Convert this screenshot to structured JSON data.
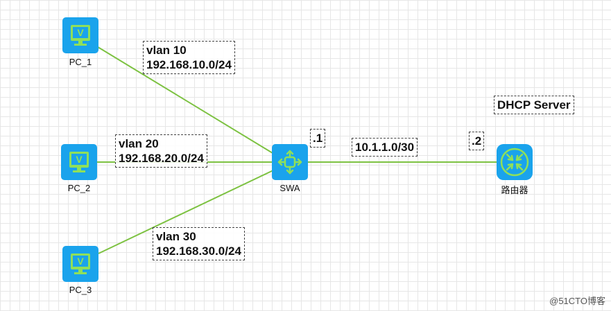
{
  "devices": {
    "pc1": {
      "label": "PC_1",
      "type": "pc"
    },
    "pc2": {
      "label": "PC_2",
      "type": "pc"
    },
    "pc3": {
      "label": "PC_3",
      "type": "pc"
    },
    "swa": {
      "label": "SWA",
      "type": "switch"
    },
    "router": {
      "label": "路由器",
      "type": "router"
    }
  },
  "links": [
    {
      "from": "pc1",
      "to": "swa"
    },
    {
      "from": "pc2",
      "to": "swa"
    },
    {
      "from": "pc3",
      "to": "swa"
    },
    {
      "from": "swa",
      "to": "router"
    }
  ],
  "notes": {
    "vlan10": {
      "line1": "vlan 10",
      "line2": "192.168.10.0/24"
    },
    "vlan20": {
      "line1": "vlan 20",
      "line2": "192.168.20.0/24"
    },
    "vlan30": {
      "line1": "vlan 30",
      "line2": "192.168.30.0/24"
    },
    "dhcp": "DHCP Server",
    "swa_ip": ".1",
    "subnet": "10.1.1.0/30",
    "router_ip": ".2"
  },
  "watermark": "@51CTO博客",
  "colors": {
    "link": "#7dc242",
    "device": "#1aa3ec",
    "pc_screen": "#8fe05a"
  }
}
